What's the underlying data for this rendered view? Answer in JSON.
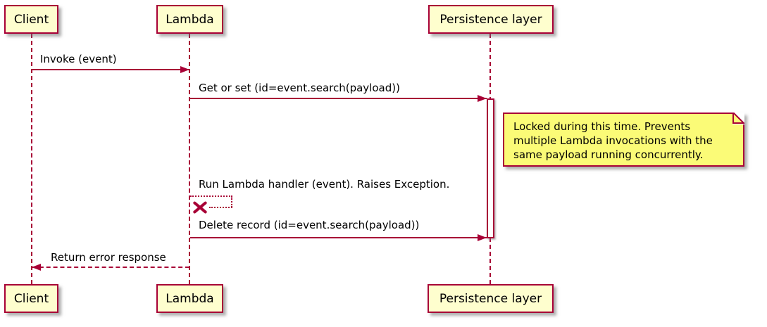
{
  "diagram_type": "sequence",
  "participants": [
    {
      "id": "client",
      "label": "Client"
    },
    {
      "id": "lambda",
      "label": "Lambda"
    },
    {
      "id": "persistence",
      "label": "Persistence layer"
    }
  ],
  "messages": [
    {
      "from": "client",
      "to": "lambda",
      "label": "Invoke (event)",
      "line": "solid",
      "arrow": "filled-right"
    },
    {
      "from": "lambda",
      "to": "persistence",
      "label": "Get or set (id=event.search(payload))",
      "line": "solid",
      "arrow": "filled-right",
      "starts_activation": true
    },
    {
      "from": "lambda",
      "to": "lambda",
      "label": "Run Lambda handler (event). Raises Exception.",
      "line": "dotted",
      "arrow": "lost-x"
    },
    {
      "from": "lambda",
      "to": "persistence",
      "label": "Delete record (id=event.search(payload))",
      "line": "solid",
      "arrow": "filled-right",
      "ends_activation": true
    },
    {
      "from": "lambda",
      "to": "client",
      "label": "Return error response",
      "line": "dashed",
      "arrow": "filled-left"
    }
  ],
  "note": {
    "attached_to": "persistence",
    "lines": [
      "Locked during this time. Prevents",
      "multiple Lambda invocations with the",
      "same payload running concurrently."
    ]
  },
  "activation": {
    "participant": "persistence"
  },
  "colors": {
    "accent": "#A80036",
    "participant_fill": "#FEFECE",
    "note_fill": "#FBFB77",
    "text": "#000000",
    "background": "#FFFFFF"
  }
}
